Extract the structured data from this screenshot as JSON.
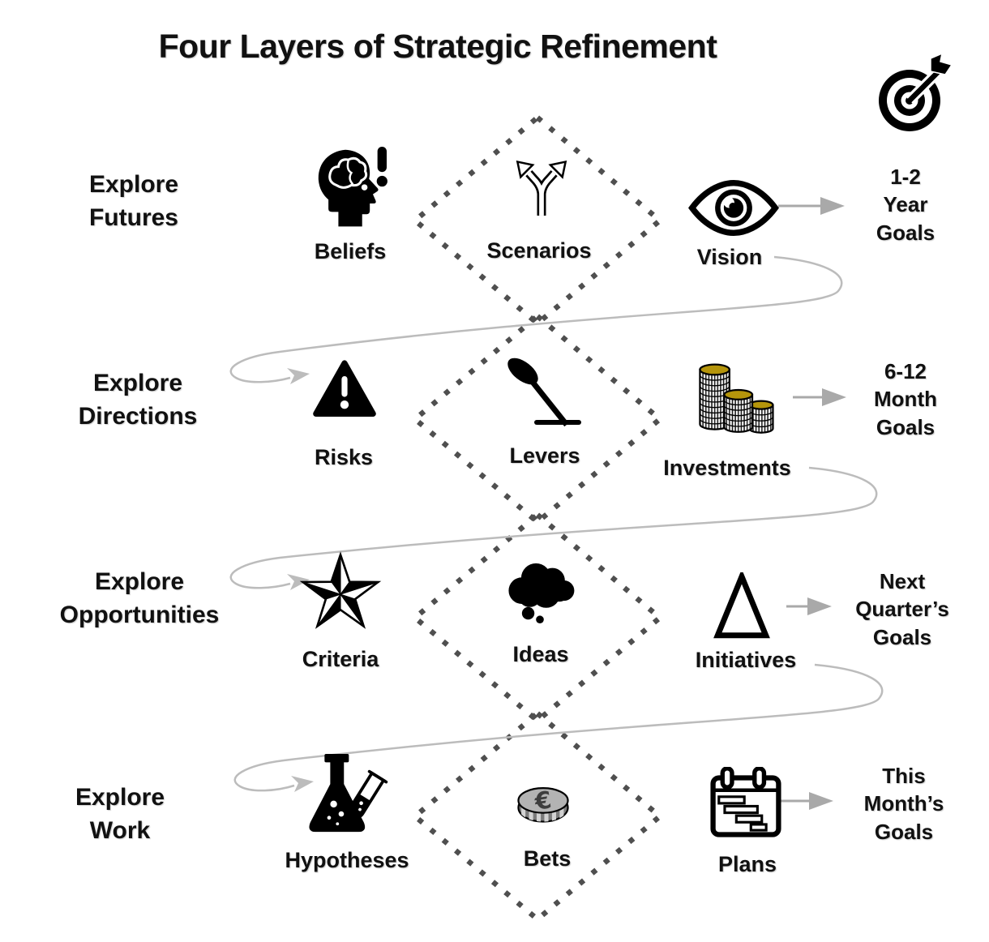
{
  "title": "Four Layers of Strategic Refinement",
  "corner_icon": "dartboard-with-dart-icon",
  "colors": {
    "text": "#111111",
    "dotted_diamond": "#4f4f4f",
    "connector_gray": "#bcbcbc",
    "arrow_gray": "#a9a9a9",
    "coin_gold": "#b5950b",
    "euro_coin_face": "#b3b3b3",
    "euro_coin_rim": "#7a7a7a"
  },
  "rows": [
    {
      "layer_label": "Explore\nFutures",
      "items": [
        {
          "label": "Beliefs",
          "icon": "head-with-brain-icon"
        },
        {
          "label": "Scenarios",
          "icon": "branching-arrows-icon"
        },
        {
          "label": "Vision",
          "icon": "eye-icon"
        }
      ],
      "goal": "1-2\nYear\nGoals"
    },
    {
      "layer_label": "Explore\nDirections",
      "items": [
        {
          "label": "Risks",
          "icon": "warning-triangle-icon"
        },
        {
          "label": "Levers",
          "icon": "lever-icon"
        },
        {
          "label": "Investments",
          "icon": "coin-stacks-icon"
        }
      ],
      "goal": "6-12\nMonth\nGoals"
    },
    {
      "layer_label": "Explore\nOpportunities",
      "items": [
        {
          "label": "Criteria",
          "icon": "faceted-star-icon"
        },
        {
          "label": "Ideas",
          "icon": "thought-cloud-icon"
        },
        {
          "label": "Initiatives",
          "icon": "delta-triangle-icon"
        }
      ],
      "goal": "Next\nQuarter’s\nGoals"
    },
    {
      "layer_label": "Explore\nWork",
      "items": [
        {
          "label": "Hypotheses",
          "icon": "flask-and-test-tube-icon"
        },
        {
          "label": "Bets",
          "icon": "euro-coin-icon"
        },
        {
          "label": "Plans",
          "icon": "calendar-gantt-icon"
        }
      ],
      "goal": "This\nMonth’s\nGoals"
    }
  ]
}
